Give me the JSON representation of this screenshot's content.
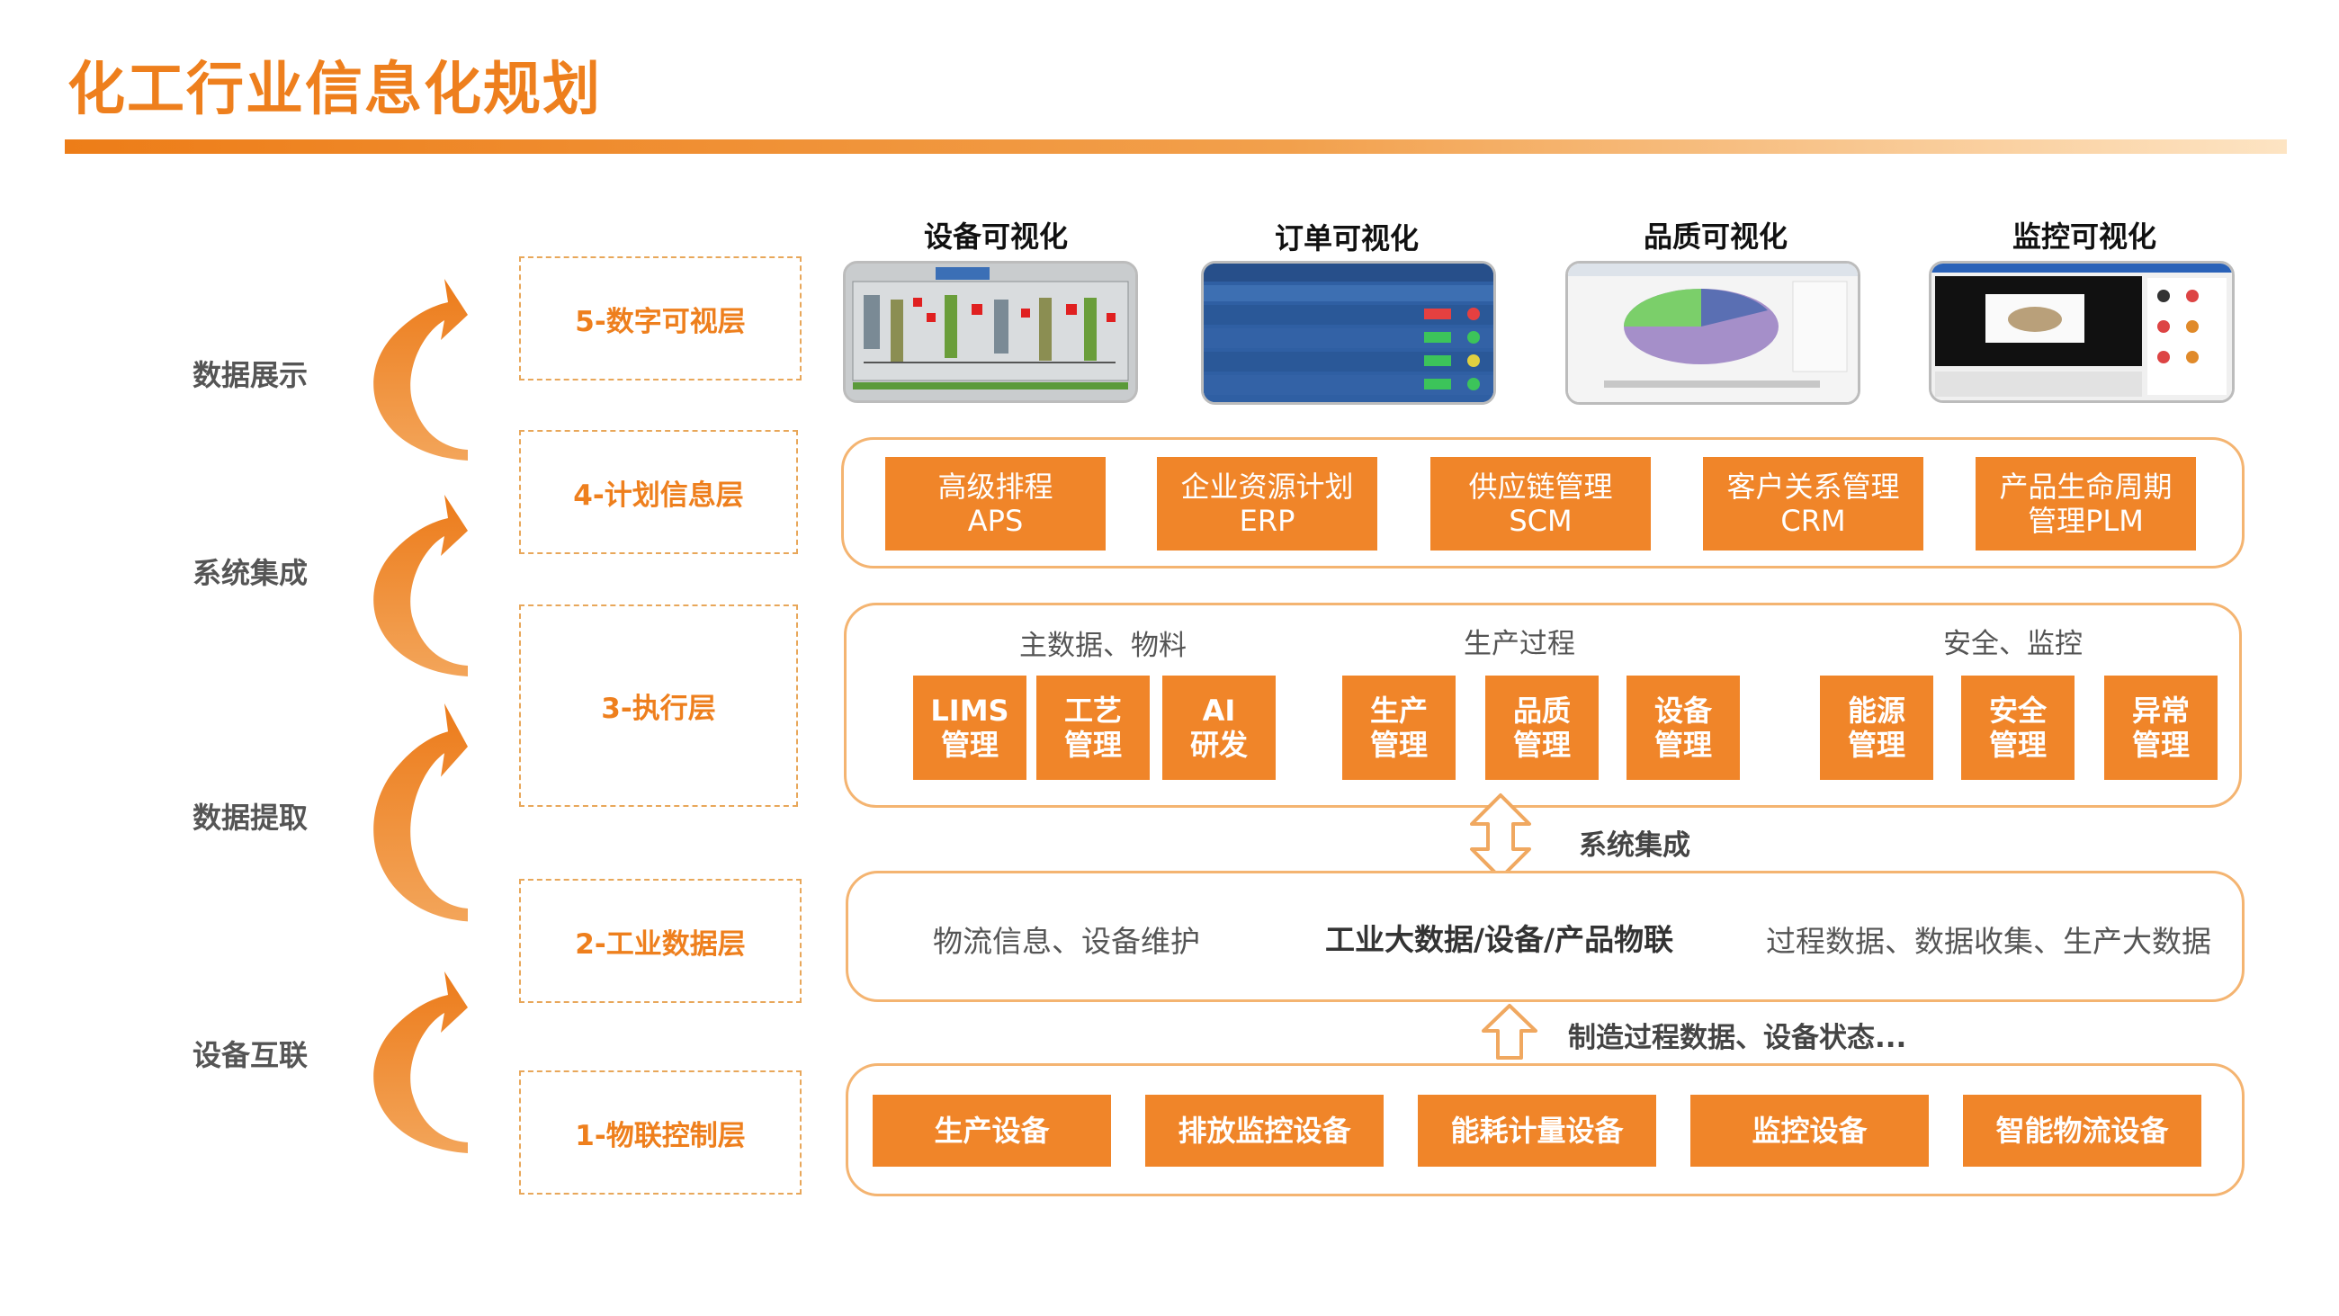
{
  "title": "化工行业信息化规划",
  "side_labels": [
    "数据展示",
    "系统集成",
    "数据提取",
    "设备互联"
  ],
  "layers": {
    "l5": "5-数字可视层",
    "l4": "4-计划信息层",
    "l3": "3-执行层",
    "l2": "2-工业数据层",
    "l1": "1-物联控制层"
  },
  "visualization": [
    {
      "title": "设备可视化"
    },
    {
      "title": "订单可视化"
    },
    {
      "title": "品质可视化"
    },
    {
      "title": "监控可视化"
    }
  ],
  "plan_systems": [
    {
      "line1": "高级排程",
      "line2": "APS"
    },
    {
      "line1": "企业资源计划",
      "line2": "ERP"
    },
    {
      "line1": "供应链管理",
      "line2": "SCM"
    },
    {
      "line1": "客户关系管理",
      "line2": "CRM"
    },
    {
      "line1": "产品生命周期",
      "line2": "管理PLM"
    }
  ],
  "exec_groups": [
    "主数据、物料",
    "生产过程",
    "安全、监控"
  ],
  "exec_modules": [
    {
      "line1": "LIMS",
      "line2": "管理"
    },
    {
      "line1": "工艺",
      "line2": "管理"
    },
    {
      "line1": "AI",
      "line2": "研发"
    },
    {
      "line1": "生产",
      "line2": "管理"
    },
    {
      "line1": "品质",
      "line2": "管理"
    },
    {
      "line1": "设备",
      "line2": "管理"
    },
    {
      "line1": "能源",
      "line2": "管理"
    },
    {
      "line1": "安全",
      "line2": "管理"
    },
    {
      "line1": "异常",
      "line2": "管理"
    }
  ],
  "integration_note": "系统集成",
  "data_layer": {
    "left": "物流信息、设备维护",
    "center": "工业大数据/设备/产品物联",
    "right": "过程数据、数据收集、生产大数据"
  },
  "manufacturing_note": "制造过程数据、设备状态...",
  "devices": [
    "生产设备",
    "排放监控设备",
    "能耗计量设备",
    "监控设备",
    "智能物流设备"
  ],
  "colors": {
    "accent": "#ee7f1d",
    "box_fill": "#f08529",
    "panel_border": "#f4b471"
  }
}
